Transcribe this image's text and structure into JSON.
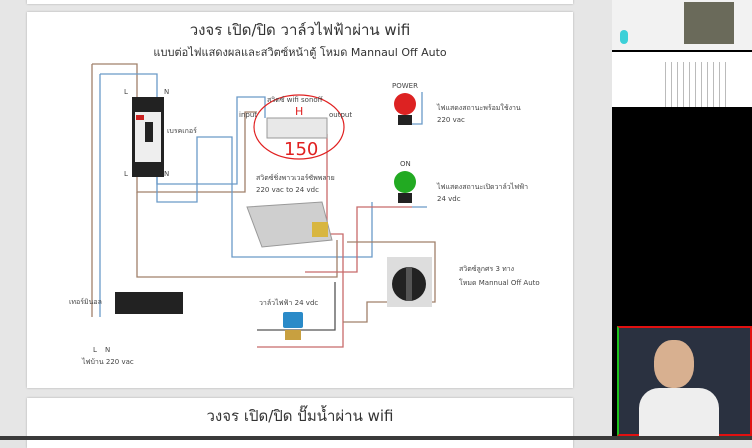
{
  "document": {
    "page1": {
      "title": "วงจร เปิด/ปิด วาล์วไฟฟ้าผ่าน wifi",
      "subtitle": "แบบต่อไฟแสดงผลและสวิตซ์หน้าตู้ โหมด Mannaul Off Auto",
      "labels": {
        "breaker": "เบรคเกอร์",
        "breaker_L_top": "L",
        "breaker_N_top": "N",
        "breaker_L_bottom": "L",
        "breaker_N_bottom": "N",
        "sonoff": "สวิตซ์ wifi sonoff",
        "sonoff_input": "input",
        "sonoff_output": "output",
        "power_lamp_header": "POWER",
        "power_lamp_desc": "ไฟแสดงสถานะพร้อมใช้งาน",
        "power_lamp_volt": "220 vac",
        "on_lamp_header": "ON",
        "on_lamp_desc": "ไฟแสดงสถานะเปิดวาล์วไฟฟ้า",
        "on_lamp_volt": "24 vdc",
        "psu": "สวิตซ์ชิ่งพาวเวอร์ซัพพลาย",
        "psu_volt": "220 vac to 24 vdc",
        "selector": "สวิตซ์ลูกศร 3 ทาง",
        "selector_mode": "โหมด Mannual Off Auto",
        "terminal": "เทอร์มินอล",
        "valve": "วาล์วไฟฟ้า 24 vdc",
        "mains_L": "L",
        "mains_N": "N",
        "mains": "ไฟบ้าน 220 vac"
      },
      "handwriting": {
        "mark": "H",
        "number": "150"
      }
    },
    "page2": {
      "title": "วงจร เปิด/ปิด ปั๊มน้ำผ่าน wifi"
    }
  },
  "colors": {
    "wire_live": "#a0806a",
    "wire_neutral": "#6a9ac8",
    "wire_red": "#c86a6a",
    "annotation": "#e02020",
    "webcam_border": "#e01010"
  }
}
